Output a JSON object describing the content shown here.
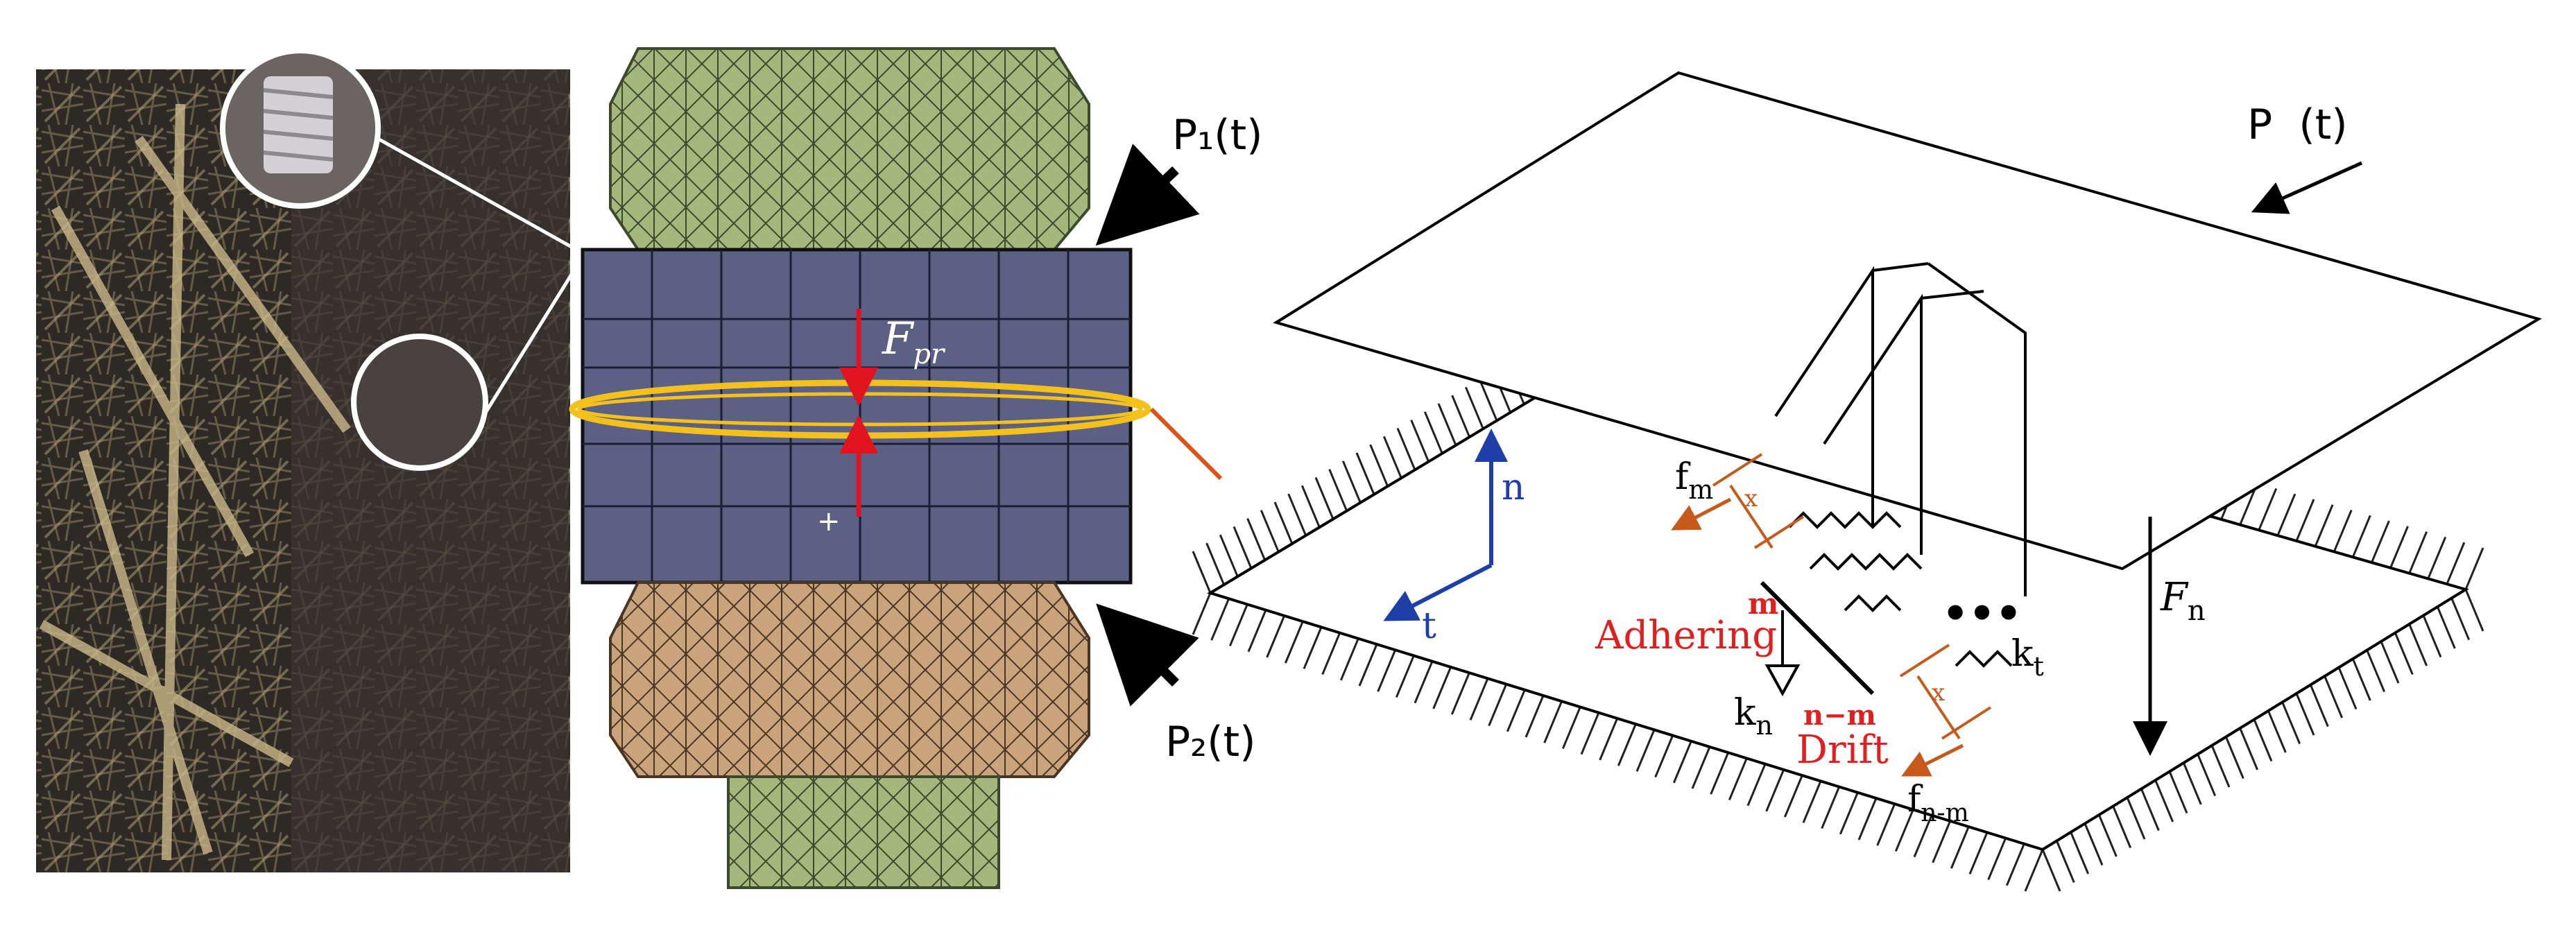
{
  "labels": {
    "p1": "P₁(t)",
    "p2": "P₂(t)",
    "fpr": "F",
    "fpr_sub": "pr",
    "pt": "P  (t)",
    "n_axis": "n",
    "t_axis": "t",
    "fm": "f",
    "fm_sub": "m",
    "m_mark": "m",
    "adhering": "Adhering",
    "kn": "k",
    "kn_sub": "n",
    "kt": "k",
    "kt_sub": "t",
    "nm_mark": "n−m",
    "drift": "Drift",
    "fnm": "f",
    "fnm_sub": "n-m",
    "Fn": "F",
    "Fn_sub": "n",
    "x_top": "x",
    "x_bottom": "x"
  },
  "colors": {
    "plate_blue": "#5b6185",
    "hex_nut_green": "#a3b87d",
    "hex_nut_tan": "#c9a37b",
    "ellipse_yellow": "#f4c01c",
    "arrow_red": "#e0131f",
    "axis_blue": "#1e3fa8",
    "dim_orange": "#c65a1a",
    "text_red": "#e02020"
  }
}
